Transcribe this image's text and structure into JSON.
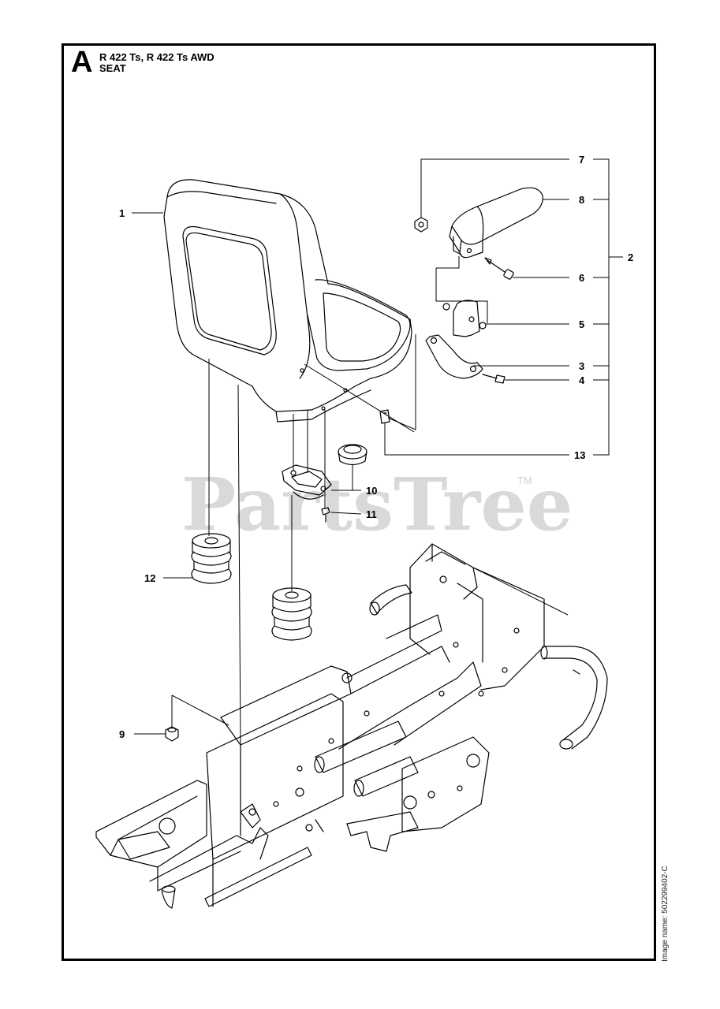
{
  "header": {
    "section_letter": "A",
    "models": "R 422 Ts, R 422 Ts AWD",
    "section": "SEAT"
  },
  "watermark": {
    "text": "PartsTree",
    "trademark": "TM"
  },
  "image_code": "Image name: 502299402-C",
  "callouts": [
    {
      "id": "1",
      "label": "1"
    },
    {
      "id": "2",
      "label": "2"
    },
    {
      "id": "3",
      "label": "3"
    },
    {
      "id": "4",
      "label": "4"
    },
    {
      "id": "5",
      "label": "5"
    },
    {
      "id": "6",
      "label": "6"
    },
    {
      "id": "7",
      "label": "7"
    },
    {
      "id": "8",
      "label": "8"
    },
    {
      "id": "9",
      "label": "9"
    },
    {
      "id": "10",
      "label": "10"
    },
    {
      "id": "11",
      "label": "11"
    },
    {
      "id": "12",
      "label": "12"
    },
    {
      "id": "13",
      "label": "13"
    }
  ]
}
